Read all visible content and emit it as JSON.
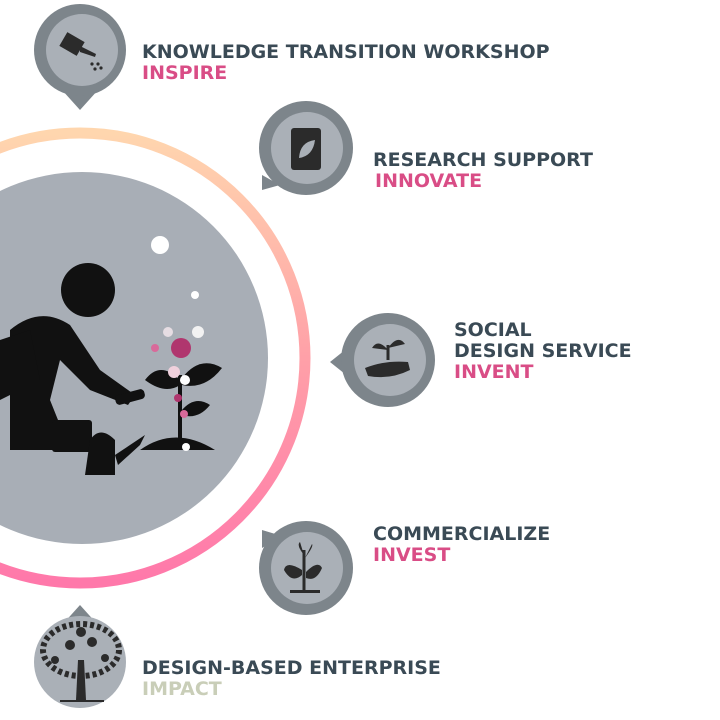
{
  "stages": [
    {
      "title": "KNOWLEDGE TRANSITION WORKSHOP",
      "subtitle": "INSPIRE",
      "icon": "watering-can-icon"
    },
    {
      "title": "RESEARCH SUPPORT",
      "subtitle": "INNOVATE",
      "icon": "soil-bag-icon"
    },
    {
      "title_line1": "SOCIAL",
      "title_line2": "DESIGN SERVICE",
      "subtitle": "INVENT",
      "icon": "hand-sprout-icon"
    },
    {
      "title": "COMMERCIALIZE",
      "subtitle": "INVEST",
      "icon": "sprout-icon"
    },
    {
      "title": "DESIGN-BASED ENTERPRISE",
      "subtitle": "IMPACT",
      "icon": "tree-icon"
    }
  ],
  "colors": {
    "title": "#3a4a55",
    "accent": "#d94d86",
    "impact": "#c9ceb8",
    "pin_outer": "#7d858b",
    "pin_inner": "#aab0b7"
  }
}
